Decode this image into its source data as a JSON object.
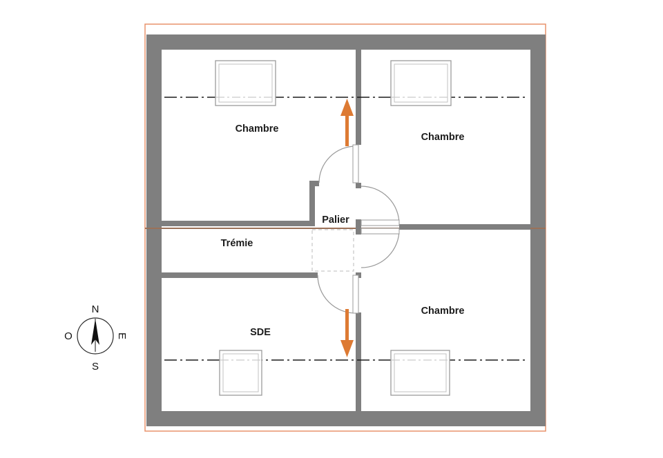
{
  "plan": {
    "rooms": [
      {
        "label": "Chambre"
      },
      {
        "label": "Chambre"
      },
      {
        "label": "Palier"
      },
      {
        "label": "Trémie"
      },
      {
        "label": "Chambre"
      },
      {
        "label": "SDE"
      }
    ]
  },
  "compass": {
    "north": "N",
    "south": "S",
    "west": "O",
    "east": "E"
  },
  "colors": {
    "wall": "#7f7f7f",
    "outline": "#e8926b",
    "arrow": "#dd7a33",
    "axis_line": "#1a1a1a",
    "window_stroke": "#9a9a9a",
    "door_stroke": "#999999",
    "floor_line": "#9b7158",
    "dashed_guide": "#bbbbbb",
    "label_text": "#1c1c1c"
  }
}
